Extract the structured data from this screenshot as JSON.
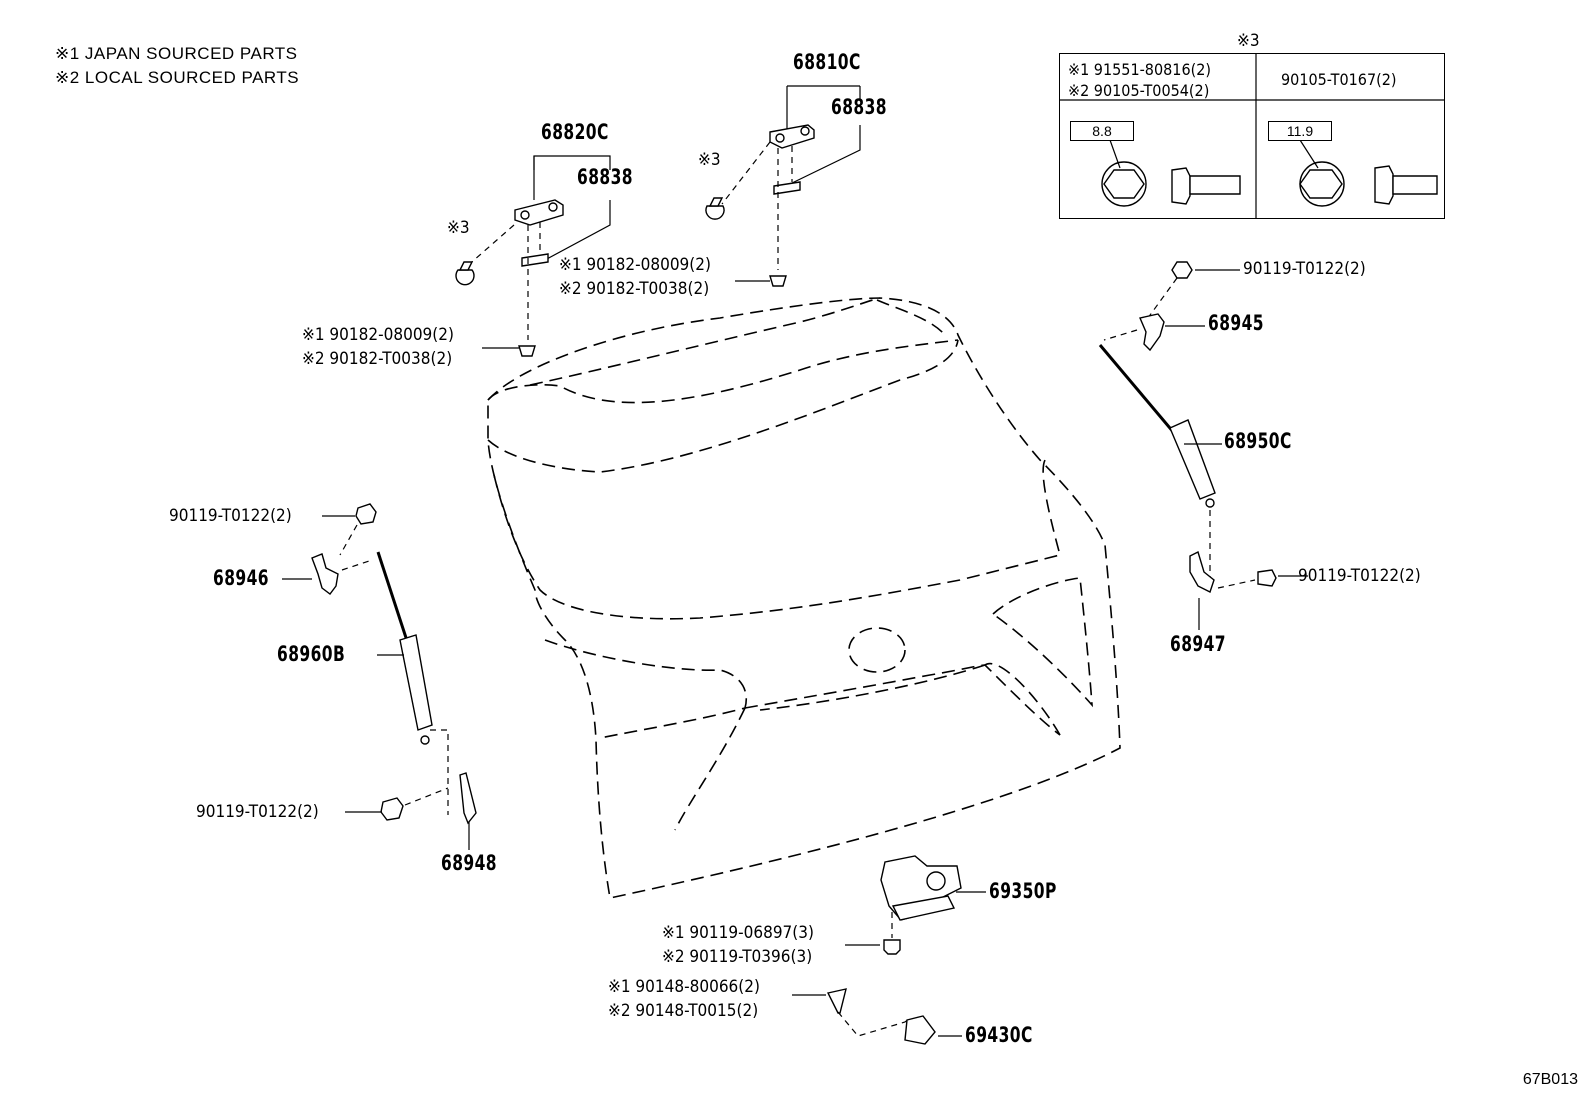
{
  "notes": {
    "japan": "※1 JAPAN SOURCED PARTS",
    "local": "※2 LOCAL SOURCED PARTS"
  },
  "table": {
    "title": "※3",
    "row1_left_a": "※1 91551-80816(2)",
    "row1_left_b": "※2 90105-T0054(2)",
    "row1_right": "90105-T0167(2)",
    "grade_left": "8.8",
    "grade_right": "11.9"
  },
  "labels": {
    "hinge_right": "68810C",
    "hinge_right_sub": "68838",
    "hinge_left": "68820C",
    "hinge_left_sub": "68838",
    "ref3_a": "※3",
    "ref3_b": "※3",
    "nut_upper_1": "※1 90182-08009(2)",
    "nut_upper_2": "※2 90182-T0038(2)",
    "nut_lower_1": "※1 90182-08009(2)",
    "nut_lower_2": "※2 90182-T0038(2)",
    "bolt_top_right": "90119-T0122(2)",
    "bracket_68945": "68945",
    "strut_68950c": "68950C",
    "bolt_mid_right": "90119-T0122(2)",
    "bracket_68947": "68947",
    "bolt_left_top": "90119-T0122(2)",
    "bracket_68946": "68946",
    "strut_68960b": "68960B",
    "bolt_left_bottom": "90119-T0122(2)",
    "bracket_68948": "68948",
    "lock_69350p": "69350P",
    "screw_lock_1": "※1 90119-06897(3)",
    "screw_lock_2": "※2 90119-T0396(3)",
    "screw_switch_1": "※1 90148-80066(2)",
    "screw_switch_2": "※2 90148-T0015(2)",
    "switch_69430c": "69430C"
  },
  "diagram_code": "67B013"
}
